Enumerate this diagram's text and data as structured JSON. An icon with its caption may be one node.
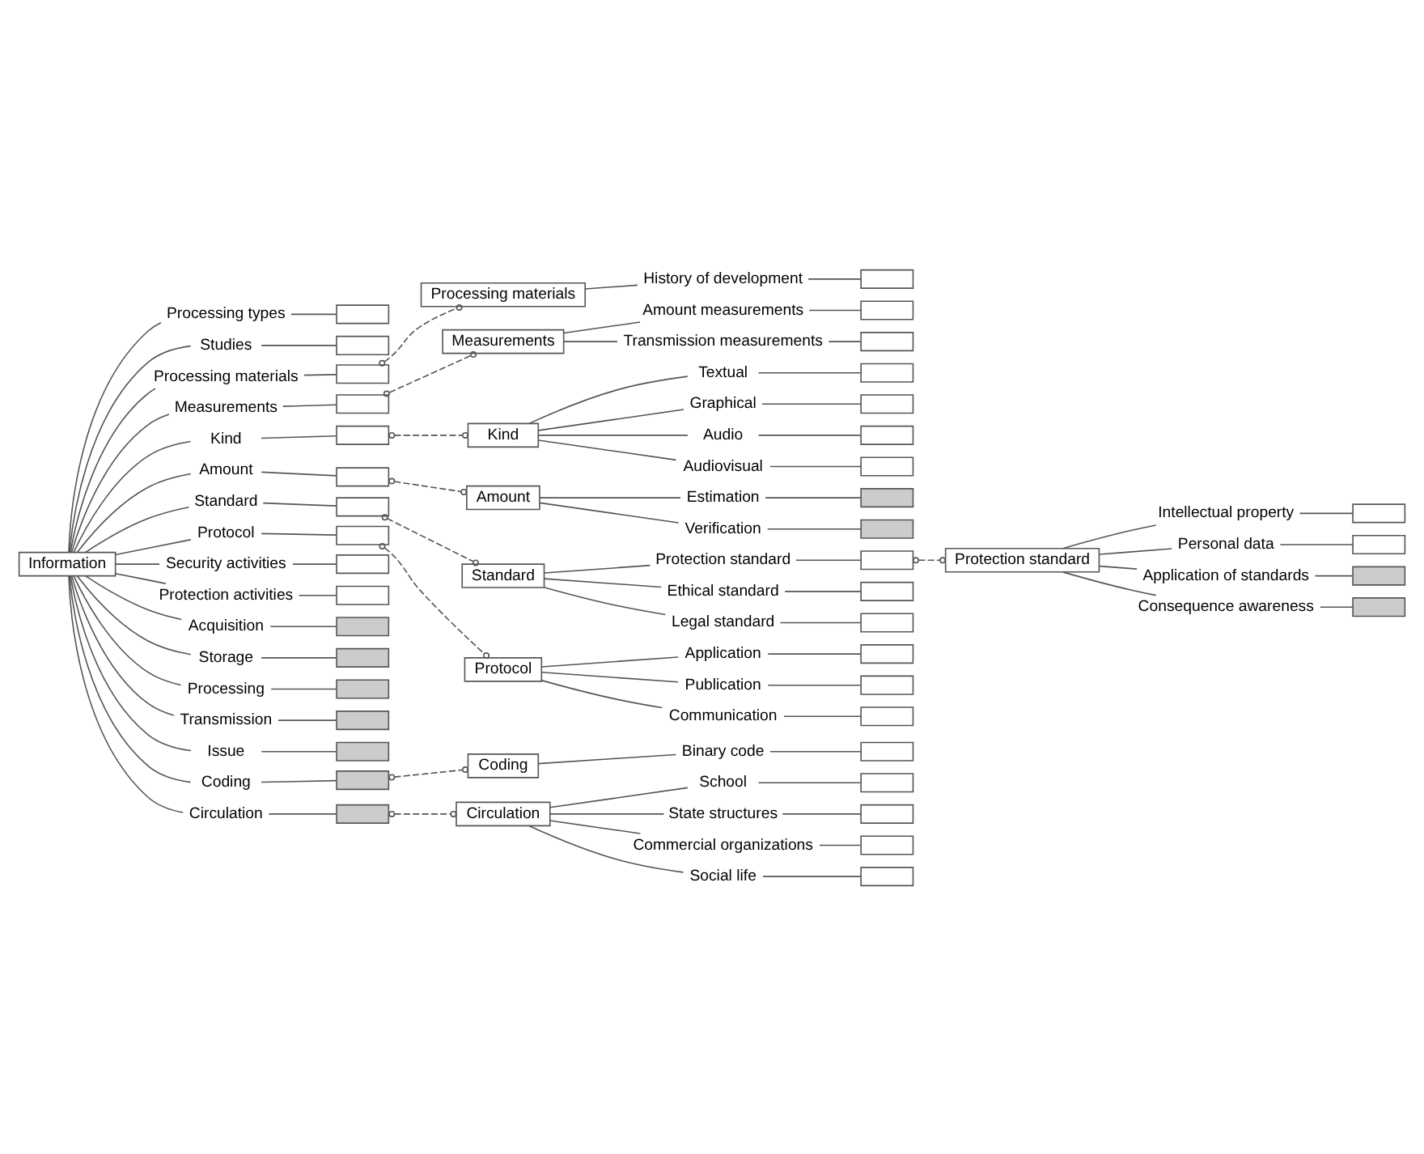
{
  "diagram": {
    "nodes": [
      {
        "text": [
          "Information"
        ]
      },
      {
        "text": [
          "Processing types"
        ]
      },
      {
        "text": [],
        "shape": "box"
      },
      {
        "text": [
          "Studies"
        ]
      },
      {
        "text": [],
        "shape": "box"
      },
      {
        "text": [
          "Processing materials"
        ]
      },
      {
        "text": [],
        "shape": "box"
      },
      {
        "text": [
          "Measurements"
        ]
      },
      {
        "text": [],
        "shape": "box"
      },
      {
        "text": [
          "Kind"
        ]
      },
      {
        "text": [],
        "shape": "box"
      },
      {
        "text": [
          "Amount"
        ]
      },
      {
        "text": [],
        "shape": "box"
      },
      {
        "text": [
          "Standard"
        ]
      },
      {
        "text": [],
        "shape": "box"
      },
      {
        "text": [
          "Protocol"
        ]
      },
      {
        "text": [],
        "shape": "box"
      },
      {
        "text": [
          "Security activities"
        ]
      },
      {
        "text": [],
        "shape": "box"
      },
      {
        "text": [
          "Protection activities"
        ]
      },
      {
        "text": [],
        "shape": "box"
      },
      {
        "text": [
          "Acquisition"
        ]
      },
      {
        "text": [],
        "shape": "box"
      },
      {
        "text": [
          "Storage"
        ]
      },
      {
        "text": [],
        "shape": "box"
      },
      {
        "text": [
          "Processing"
        ]
      },
      {
        "text": [],
        "shape": "box"
      },
      {
        "text": [
          "Transmission"
        ]
      },
      {
        "text": [],
        "shape": "box"
      },
      {
        "text": [
          "Issue"
        ]
      },
      {
        "text": [],
        "shape": "box"
      },
      {
        "text": [
          "Coding"
        ]
      },
      {
        "text": [],
        "shape": "box"
      },
      {
        "text": [
          "Circulation"
        ]
      },
      {
        "text": [],
        "shape": "box"
      },
      {
        "text": [
          "Processing materials"
        ]
      },
      {
        "text": [
          "History of development"
        ]
      },
      {
        "text": [],
        "shape": "box"
      },
      {
        "text": [
          "Measurements"
        ]
      },
      {
        "text": [
          "Amount measurements"
        ]
      },
      {
        "text": [],
        "shape": "box"
      },
      {
        "text": [
          "Transmission measurements"
        ]
      },
      {
        "text": [],
        "shape": "box"
      },
      {
        "text": [
          "Kind"
        ]
      },
      {
        "text": [
          "Textual"
        ]
      },
      {
        "text": [],
        "shape": "box"
      },
      {
        "text": [
          "Graphical"
        ]
      },
      {
        "text": [],
        "shape": "box"
      },
      {
        "text": [
          "Audio"
        ]
      },
      {
        "text": [],
        "shape": "box"
      },
      {
        "text": [
          "Audiovisual"
        ]
      },
      {
        "text": [],
        "shape": "box"
      },
      {
        "text": [
          "Amount"
        ]
      },
      {
        "text": [
          "Estimation"
        ]
      },
      {
        "text": [],
        "shape": "box"
      },
      {
        "text": [
          "Verification"
        ]
      },
      {
        "text": [],
        "shape": "box"
      },
      {
        "text": [
          "Standard"
        ]
      },
      {
        "text": [
          "Protection standard"
        ]
      },
      {
        "text": [],
        "shape": "box"
      },
      {
        "text": [
          "Ethical standard"
        ]
      },
      {
        "text": [],
        "shape": "box"
      },
      {
        "text": [
          "Legal standard"
        ]
      },
      {
        "text": [],
        "shape": "box"
      },
      {
        "text": [
          "Protection standard"
        ]
      },
      {
        "text": [
          "Intellectual property"
        ]
      },
      {
        "text": [],
        "shape": "box"
      },
      {
        "text": [
          "Personal data"
        ]
      },
      {
        "text": [],
        "shape": "box"
      },
      {
        "text": [
          "Application of standards"
        ]
      },
      {
        "text": [],
        "shape": "box"
      },
      {
        "text": [
          "Consequence awareness"
        ]
      },
      {
        "text": [],
        "shape": "box"
      },
      {
        "text": [
          "Protocol"
        ]
      },
      {
        "text": [
          "Application"
        ]
      },
      {
        "text": [],
        "shape": "box"
      },
      {
        "text": [
          "Publication"
        ]
      },
      {
        "text": [],
        "shape": "box"
      },
      {
        "text": [
          "Communication"
        ]
      },
      {
        "text": [],
        "shape": "box"
      },
      {
        "text": [
          "Coding"
        ]
      },
      {
        "text": [
          "Binary code"
        ]
      },
      {
        "text": [],
        "shape": "box"
      },
      {
        "text": [
          "Circulation"
        ]
      },
      {
        "text": [
          "School"
        ]
      },
      {
        "text": [],
        "shape": "box"
      },
      {
        "text": [
          "State structures"
        ]
      },
      {
        "text": [],
        "shape": "box"
      },
      {
        "text": [
          "Commercial organizations"
        ]
      },
      {
        "text": [],
        "shape": "box"
      },
      {
        "text": [
          "Social life"
        ]
      },
      {
        "text": [],
        "shape": "box"
      }
    ],
    "edges": [
      {
        "from": 0,
        "to": 1,
        "arrow": "none"
      },
      {
        "from": 1,
        "to": 2,
        "arrow": "none"
      },
      {
        "from": 0,
        "to": 3,
        "arrow": "none"
      },
      {
        "from": 3,
        "to": 4,
        "arrow": "none"
      },
      {
        "from": 0,
        "to": 5,
        "arrow": "none"
      },
      {
        "from": 5,
        "to": 6,
        "arrow": "none"
      },
      {
        "from": 0,
        "to": 7,
        "arrow": "none"
      },
      {
        "from": 7,
        "to": 8,
        "arrow": "none"
      },
      {
        "from": 0,
        "to": 9,
        "arrow": "none"
      },
      {
        "from": 9,
        "to": 10,
        "arrow": "none"
      },
      {
        "from": 0,
        "to": 11,
        "arrow": "none"
      },
      {
        "from": 11,
        "to": 12,
        "arrow": "none"
      },
      {
        "from": 0,
        "to": 13,
        "arrow": "none"
      },
      {
        "from": 13,
        "to": 14,
        "arrow": "none"
      },
      {
        "from": 0,
        "to": 15,
        "arrow": "none"
      },
      {
        "from": 15,
        "to": 16,
        "arrow": "none"
      },
      {
        "from": 0,
        "to": 17,
        "arrow": "none"
      },
      {
        "from": 17,
        "to": 18,
        "arrow": "none"
      },
      {
        "from": 0,
        "to": 19,
        "arrow": "none"
      },
      {
        "from": 19,
        "to": 20,
        "arrow": "none"
      },
      {
        "from": 0,
        "to": 21,
        "arrow": "none"
      },
      {
        "from": 21,
        "to": 22,
        "arrow": "none"
      },
      {
        "from": 0,
        "to": 23,
        "arrow": "none"
      },
      {
        "from": 23,
        "to": 24,
        "arrow": "none"
      },
      {
        "from": 0,
        "to": 25,
        "arrow": "none"
      },
      {
        "from": 25,
        "to": 26,
        "arrow": "none"
      },
      {
        "from": 0,
        "to": 27,
        "arrow": "none"
      },
      {
        "from": 27,
        "to": 28,
        "arrow": "none"
      },
      {
        "from": 0,
        "to": 29,
        "arrow": "none"
      },
      {
        "from": 29,
        "to": 30,
        "arrow": "none"
      },
      {
        "from": 0,
        "to": 31,
        "arrow": "none"
      },
      {
        "from": 31,
        "to": 32,
        "arrow": "none"
      },
      {
        "from": 0,
        "to": 33,
        "arrow": "none"
      },
      {
        "from": 33,
        "to": 34,
        "arrow": "none"
      },
      {
        "from": 6,
        "to": 35,
        "arrow": "other",
        "style": "dashed"
      },
      {
        "from": 35,
        "to": 36,
        "arrow": "none"
      },
      {
        "from": 36,
        "to": 37,
        "arrow": "none"
      },
      {
        "from": 8,
        "to": 38,
        "arrow": "other",
        "style": "dashed"
      },
      {
        "from": 38,
        "to": 39,
        "arrow": "none"
      },
      {
        "from": 39,
        "to": 40,
        "arrow": "none"
      },
      {
        "from": 38,
        "to": 41,
        "arrow": "none"
      },
      {
        "from": 41,
        "to": 42,
        "arrow": "none"
      },
      {
        "from": 10,
        "to": 43,
        "arrow": "other",
        "style": "dashed"
      },
      {
        "from": 43,
        "to": 44,
        "arrow": "none"
      },
      {
        "from": 44,
        "to": 45,
        "arrow": "none"
      },
      {
        "from": 43,
        "to": 46,
        "arrow": "none"
      },
      {
        "from": 46,
        "to": 47,
        "arrow": "none"
      },
      {
        "from": 43,
        "to": 48,
        "arrow": "none"
      },
      {
        "from": 48,
        "to": 49,
        "arrow": "none"
      },
      {
        "from": 43,
        "to": 50,
        "arrow": "none"
      },
      {
        "from": 50,
        "to": 51,
        "arrow": "none"
      },
      {
        "from": 12,
        "to": 52,
        "arrow": "other",
        "style": "dashed"
      },
      {
        "from": 52,
        "to": 53,
        "arrow": "none"
      },
      {
        "from": 53,
        "to": 54,
        "arrow": "none"
      },
      {
        "from": 52,
        "to": 55,
        "arrow": "none"
      },
      {
        "from": 55,
        "to": 56,
        "arrow": "none"
      },
      {
        "from": 14,
        "to": 57,
        "arrow": "other",
        "style": "dashed"
      },
      {
        "from": 57,
        "to": 58,
        "arrow": "none"
      },
      {
        "from": 58,
        "to": 59,
        "arrow": "none"
      },
      {
        "from": 57,
        "to": 60,
        "arrow": "none"
      },
      {
        "from": 60,
        "to": 61,
        "arrow": "none"
      },
      {
        "from": 57,
        "to": 62,
        "arrow": "none"
      },
      {
        "from": 62,
        "to": 63,
        "arrow": "none"
      },
      {
        "from": 59,
        "to": 64,
        "arrow": "other",
        "style": "dashed"
      },
      {
        "from": 64,
        "to": 65,
        "arrow": "none"
      },
      {
        "from": 65,
        "to": 66,
        "arrow": "none"
      },
      {
        "from": 64,
        "to": 67,
        "arrow": "none"
      },
      {
        "from": 67,
        "to": 68,
        "arrow": "none"
      },
      {
        "from": 64,
        "to": 69,
        "arrow": "none"
      },
      {
        "from": 69,
        "to": 70,
        "arrow": "none"
      },
      {
        "from": 64,
        "to": 71,
        "arrow": "none"
      },
      {
        "from": 71,
        "to": 72,
        "arrow": "none"
      },
      {
        "from": 16,
        "to": 73,
        "arrow": "other",
        "style": "dashed"
      },
      {
        "from": 73,
        "to": 74,
        "arrow": "none"
      },
      {
        "from": 74,
        "to": 75,
        "arrow": "none"
      },
      {
        "from": 73,
        "to": 76,
        "arrow": "none"
      },
      {
        "from": 76,
        "to": 77,
        "arrow": "none"
      },
      {
        "from": 73,
        "to": 78,
        "arrow": "none"
      },
      {
        "from": 78,
        "to": 79,
        "arrow": "none"
      },
      {
        "from": 32,
        "to": 80,
        "arrow": "other",
        "style": "dashed"
      },
      {
        "from": 80,
        "to": 81,
        "arrow": "none"
      },
      {
        "from": 81,
        "to": 82,
        "arrow": "none"
      },
      {
        "from": 34,
        "to": 83,
        "arrow": "other",
        "style": "dashed"
      },
      {
        "from": 83,
        "to": 84,
        "arrow": "none"
      },
      {
        "from": 84,
        "to": 85,
        "arrow": "none"
      },
      {
        "from": 83,
        "to": 86,
        "arrow": "none"
      },
      {
        "from": 86,
        "to": 87,
        "arrow": "none"
      },
      {
        "from": 83,
        "to": 88,
        "arrow": "none"
      },
      {
        "from": 88,
        "to": 89,
        "arrow": "none"
      },
      {
        "from": 83,
        "to": 90,
        "arrow": "none"
      },
      {
        "from": 90,
        "to": 91,
        "arrow": "none"
      }
    ]
  }
}
